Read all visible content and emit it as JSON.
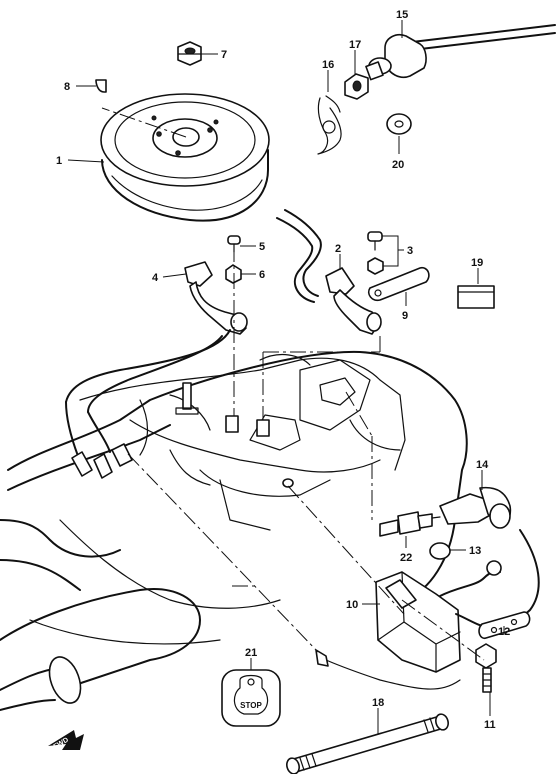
{
  "callouts": [
    {
      "n": "1"
    },
    {
      "n": "2"
    },
    {
      "n": "3"
    },
    {
      "n": "4"
    },
    {
      "n": "5"
    },
    {
      "n": "6"
    },
    {
      "n": "7"
    },
    {
      "n": "8"
    },
    {
      "n": "9"
    },
    {
      "n": "10"
    },
    {
      "n": "11"
    },
    {
      "n": "12"
    },
    {
      "n": "13"
    },
    {
      "n": "14"
    },
    {
      "n": "15"
    },
    {
      "n": "16"
    },
    {
      "n": "17"
    },
    {
      "n": "18"
    },
    {
      "n": "19"
    },
    {
      "n": "20"
    },
    {
      "n": "21"
    },
    {
      "n": "22"
    }
  ],
  "stop_label": "STOP",
  "direction_label": "FWD"
}
